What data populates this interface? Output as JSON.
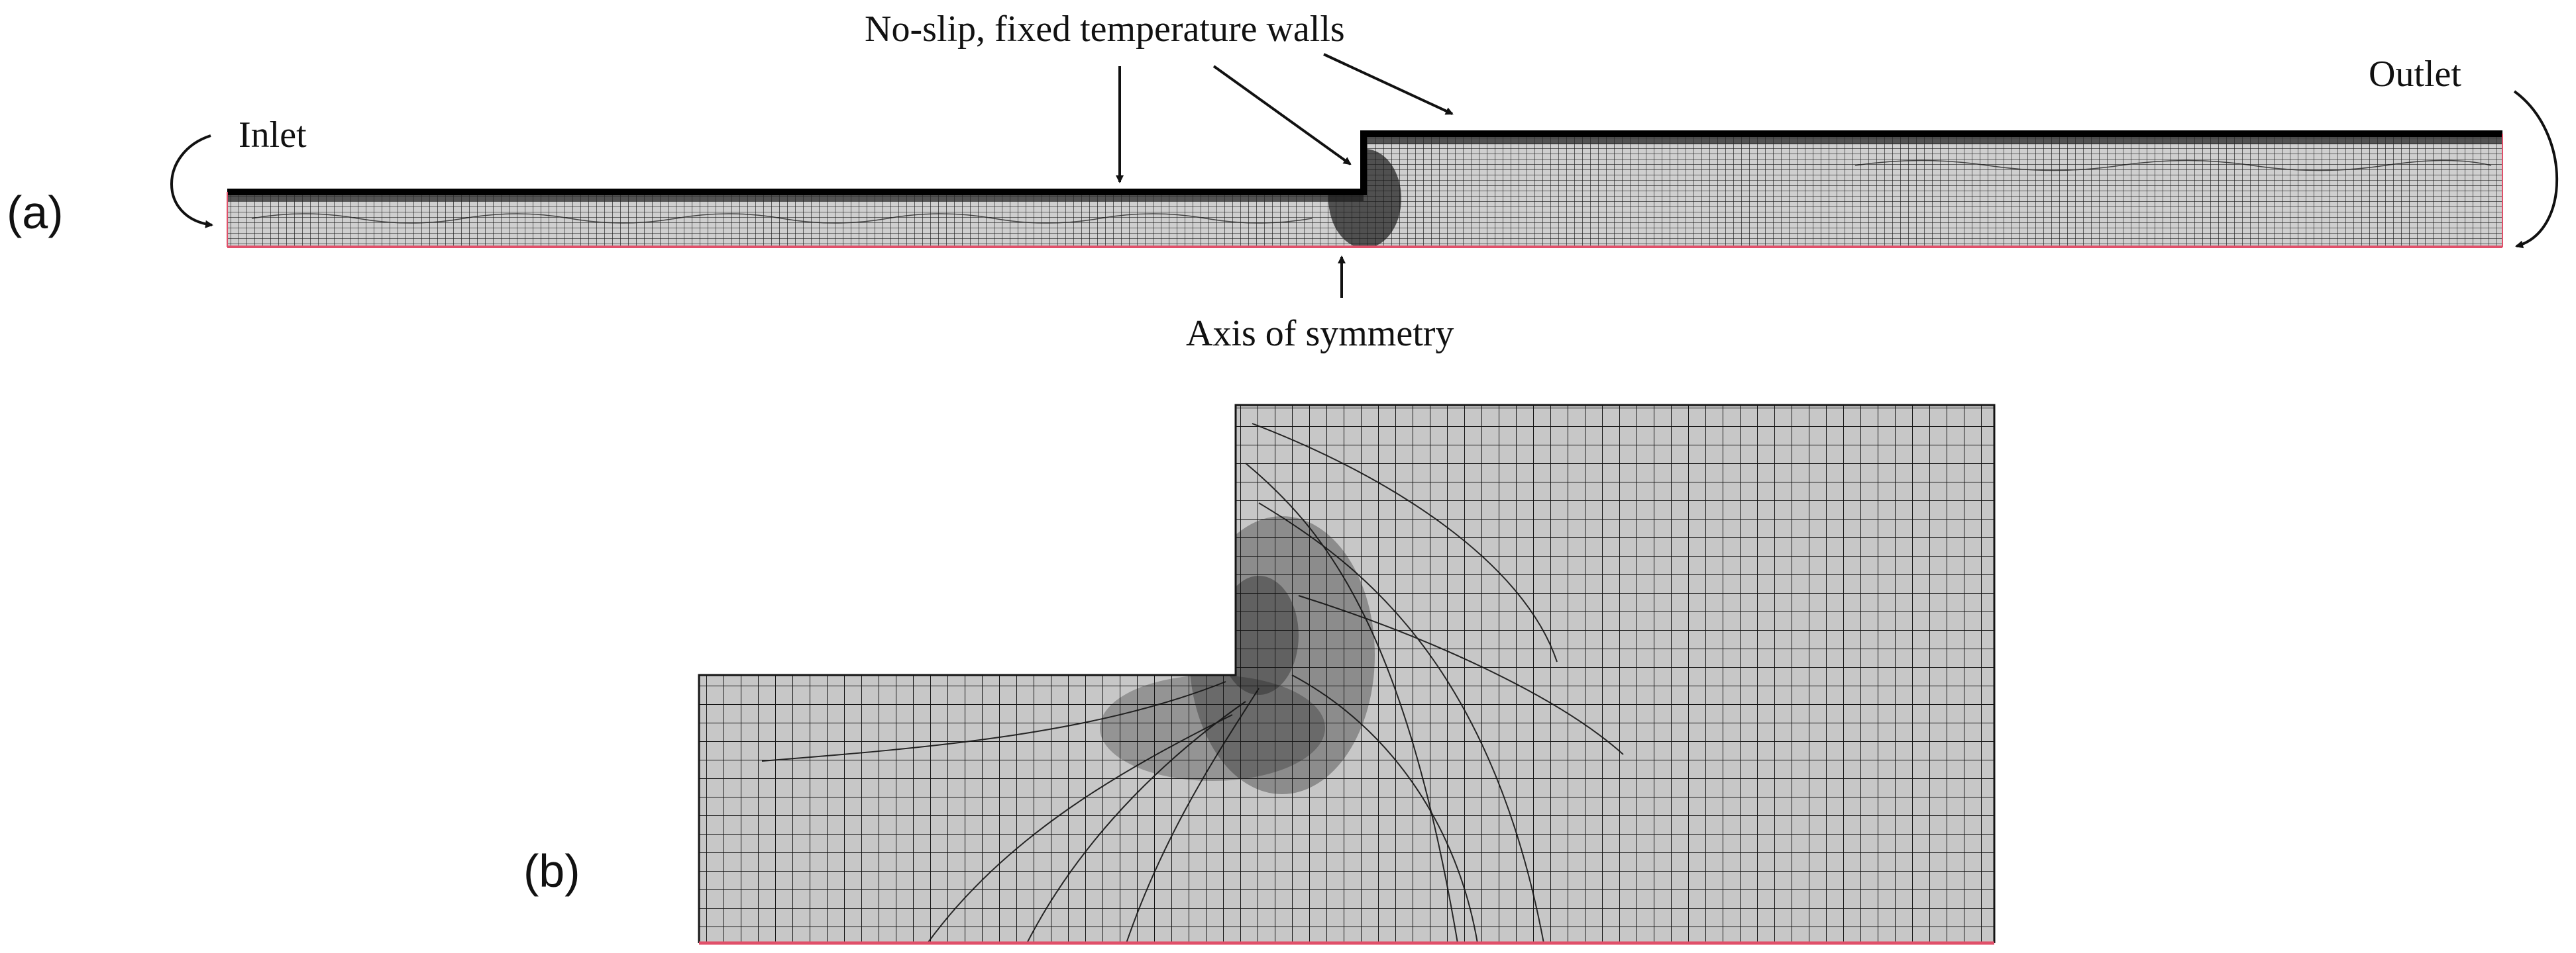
{
  "panel_a": {
    "label": "(a)",
    "annotations": {
      "walls": "No-slip, fixed temperature walls",
      "inlet": "Inlet",
      "outlet": "Outlet",
      "axis": "Axis of symmetry"
    }
  },
  "panel_b": {
    "label": "(b)"
  },
  "colors": {
    "mesh_fill": "#c7c7c7",
    "mesh_line": "#141414",
    "wall": "#000000",
    "axis_line": "#e0506a"
  }
}
